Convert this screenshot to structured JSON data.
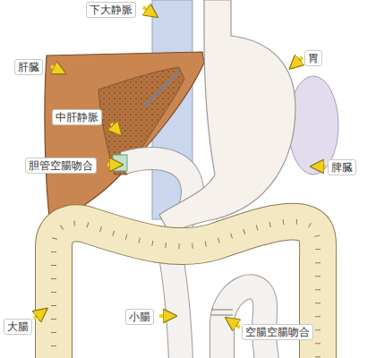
{
  "diagram": {
    "labels": [
      "下大静脈",
      "肝臓",
      "胃",
      "中肝静脈",
      "胆管空腸吻合",
      "脾臓",
      "大腸",
      "小腸",
      "空腸空腸吻合"
    ]
  }
}
